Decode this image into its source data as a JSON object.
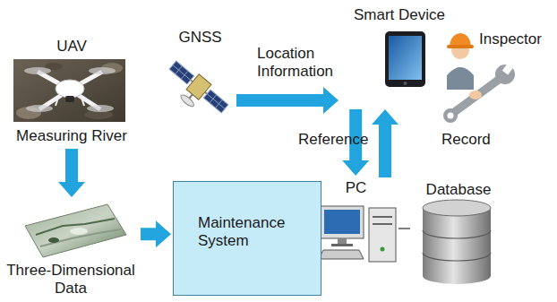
{
  "diagram": {
    "nodes": [
      {
        "text": [
          "UAV",
          "Measuring River"
        ]
      },
      {
        "text": [
          "GNSS"
        ]
      },
      {
        "text": [
          "Smart Device"
        ]
      },
      {
        "text": [
          "Inspector"
        ]
      },
      {
        "text": [
          "Three-Dimensional Data"
        ]
      },
      {
        "text": [
          "Maintenance System"
        ]
      },
      {
        "text": [
          "PC"
        ]
      },
      {
        "text": [
          "Database"
        ]
      }
    ],
    "edges": [
      {
        "from": 0,
        "to": 4,
        "arrow": "to"
      },
      {
        "from": 4,
        "to": 5,
        "arrow": "to"
      },
      {
        "from": 1,
        "to": 2,
        "arrow": "to",
        "label": "Location Information"
      },
      {
        "from": 6,
        "to": 2,
        "arrow": "to",
        "label": "Reference"
      },
      {
        "from": 2,
        "to": 7,
        "arrow": "to",
        "label": "Record"
      },
      {
        "from": 6,
        "to": 7,
        "arrow": "none"
      }
    ]
  }
}
